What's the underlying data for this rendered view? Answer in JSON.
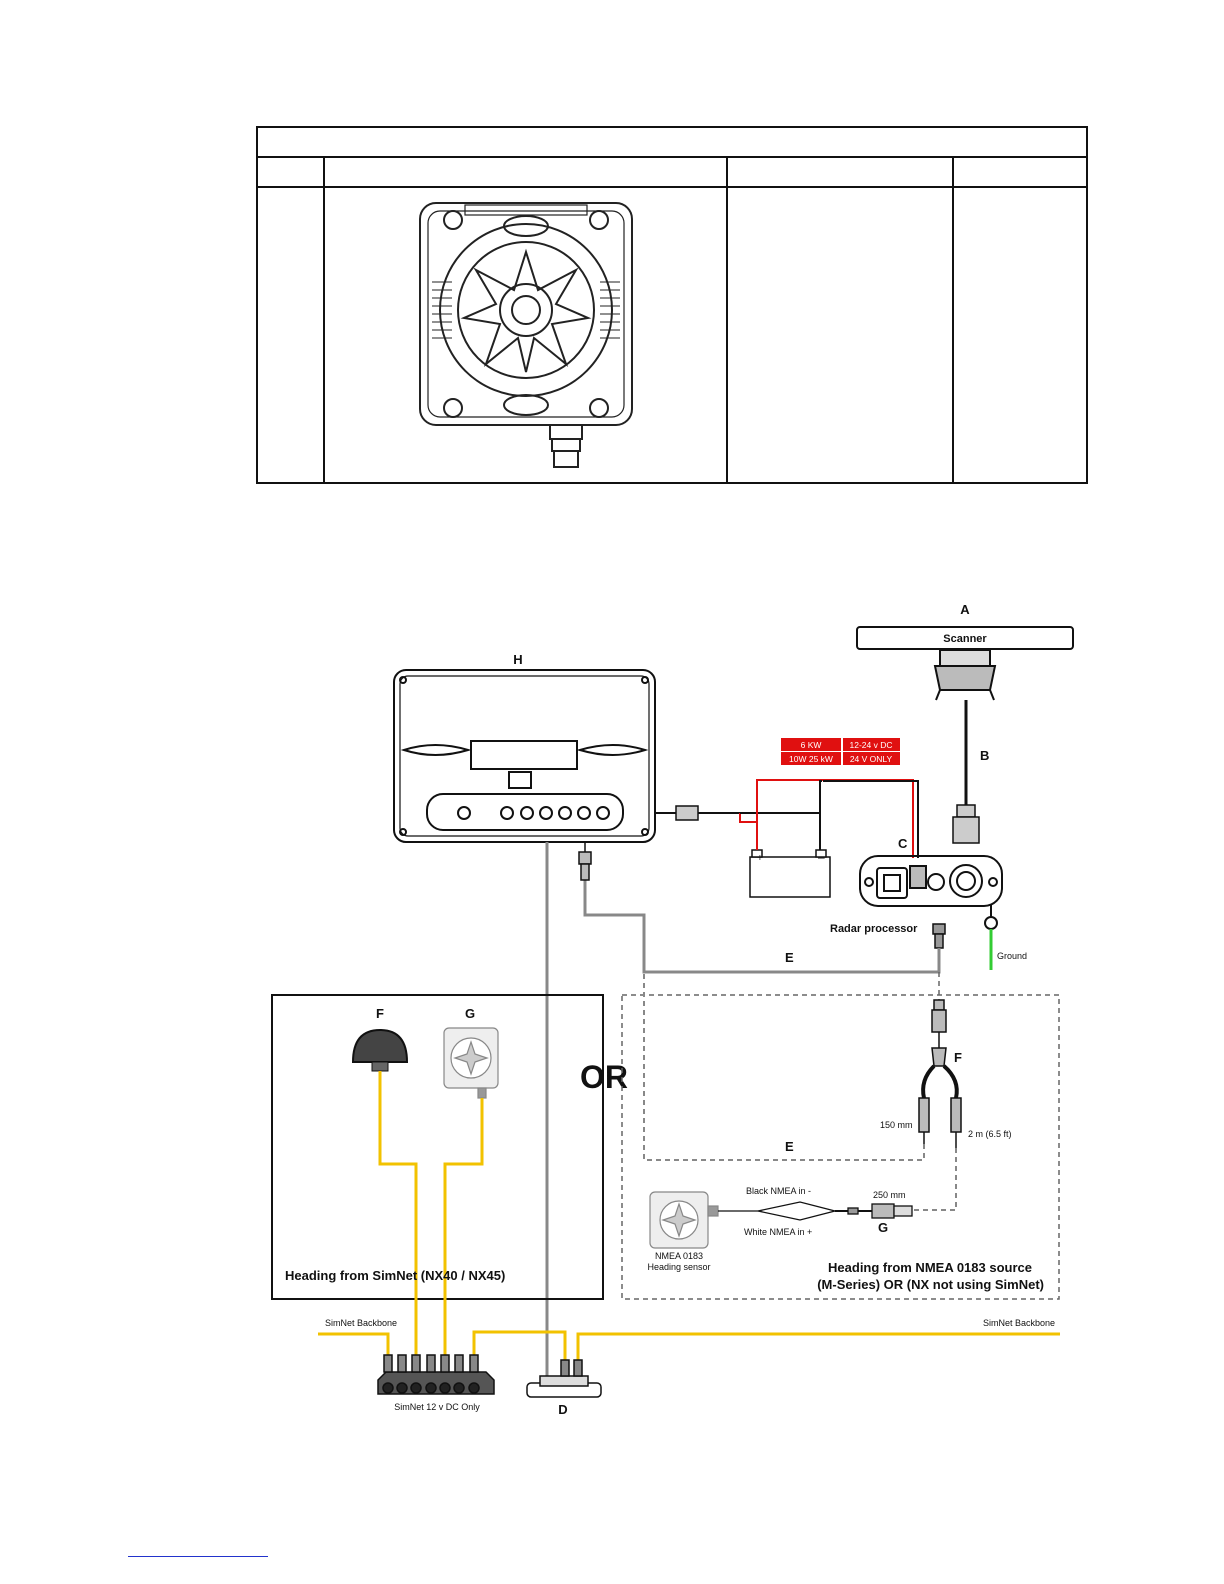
{
  "labels": {
    "A": "A",
    "B": "B",
    "C": "C",
    "D": "D",
    "E_top": "E",
    "E_bottom": "E",
    "F_left": "F",
    "G_left": "G",
    "F_right": "F",
    "G_right": "G",
    "H": "H"
  },
  "scanner": "Scanner",
  "radar_processor": "Radar processor",
  "ground": "Ground",
  "power_table": {
    "rows": [
      [
        "6 KW",
        "12-24 v DC"
      ],
      [
        "10W 25 kW",
        "24 V ONLY"
      ]
    ]
  },
  "or_text": "OR",
  "cable_150": "150 mm",
  "cable_2m": "2 m (6.5 ft)",
  "cable_250": "250 mm",
  "wire_black": "Black NMEA in -",
  "wire_white": "White NMEA in +",
  "sensor_label": [
    "NMEA 0183",
    "Heading sensor"
  ],
  "heading_simnet": "Heading from SimNet (NX40 / NX45)",
  "heading_nmea": [
    "Heading from NMEA 0183 source",
    "(M-Series) OR (NX not using SimNet)"
  ],
  "backbone_left": "SimNet Backbone",
  "backbone_right": "SimNet Backbone",
  "simnet_hub": "SimNet 12 v DC Only",
  "colors": {
    "simnet_yellow": "#f2c200",
    "power_red": "#e01010",
    "ground_green": "#33cc33",
    "cable_gray": "#888888"
  }
}
